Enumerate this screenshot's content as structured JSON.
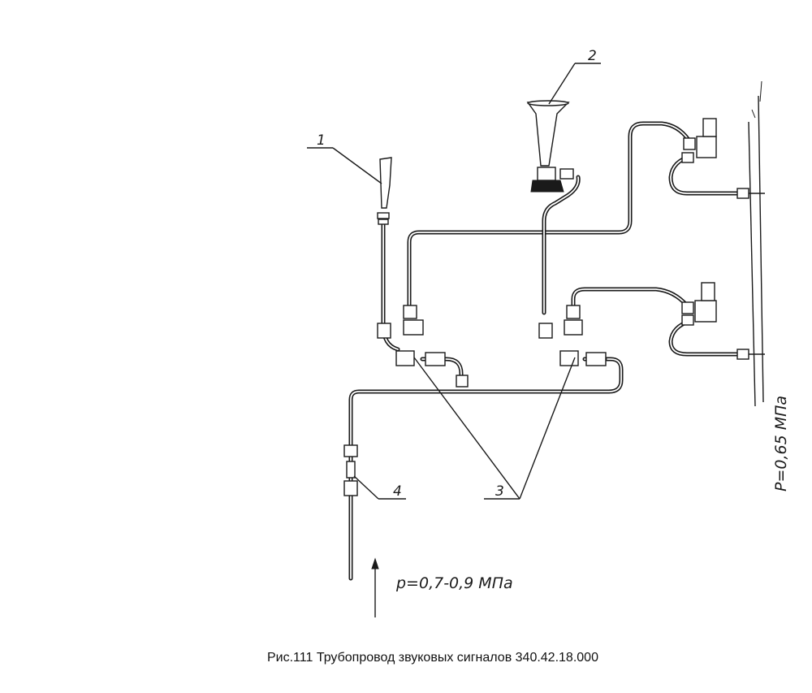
{
  "callouts": {
    "c1": "1",
    "c2": "2",
    "c3": "3",
    "c4": "4"
  },
  "pressures": {
    "inlet": "p=0,7-0,9 МПа",
    "right": "P=0,65 МПа"
  },
  "caption": "Рис.111 Трубопровод звуковых сигналов 340.42.18.000",
  "colors": {
    "ink": "#1a1a1a",
    "background": "#ffffff"
  }
}
